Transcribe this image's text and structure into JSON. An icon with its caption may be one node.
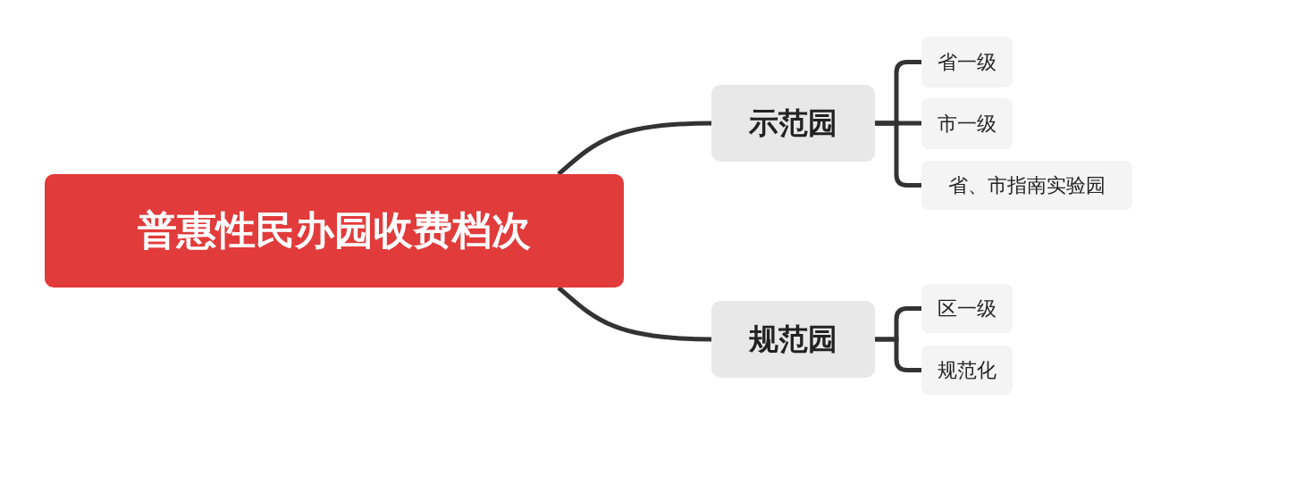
{
  "diagram": {
    "nodes": [
      {
        "text": [
          "普惠性民办园收费档次"
        ]
      },
      {
        "text": [
          "示范园"
        ]
      },
      {
        "text": [
          "省一级"
        ]
      },
      {
        "text": [
          "市一级"
        ]
      },
      {
        "text": [
          "省、市指南实验园"
        ]
      },
      {
        "text": [
          "规范园"
        ]
      },
      {
        "text": [
          "区一级"
        ]
      },
      {
        "text": [
          "规范化"
        ]
      }
    ],
    "edges": [
      {
        "from": 0,
        "to": 1,
        "arrow": "none"
      },
      {
        "from": 1,
        "to": 2,
        "arrow": "none"
      },
      {
        "from": 1,
        "to": 3,
        "arrow": "none"
      },
      {
        "from": 1,
        "to": 4,
        "arrow": "none"
      },
      {
        "from": 0,
        "to": 5,
        "arrow": "none"
      },
      {
        "from": 5,
        "to": 6,
        "arrow": "none"
      },
      {
        "from": 5,
        "to": 7,
        "arrow": "none"
      }
    ]
  }
}
